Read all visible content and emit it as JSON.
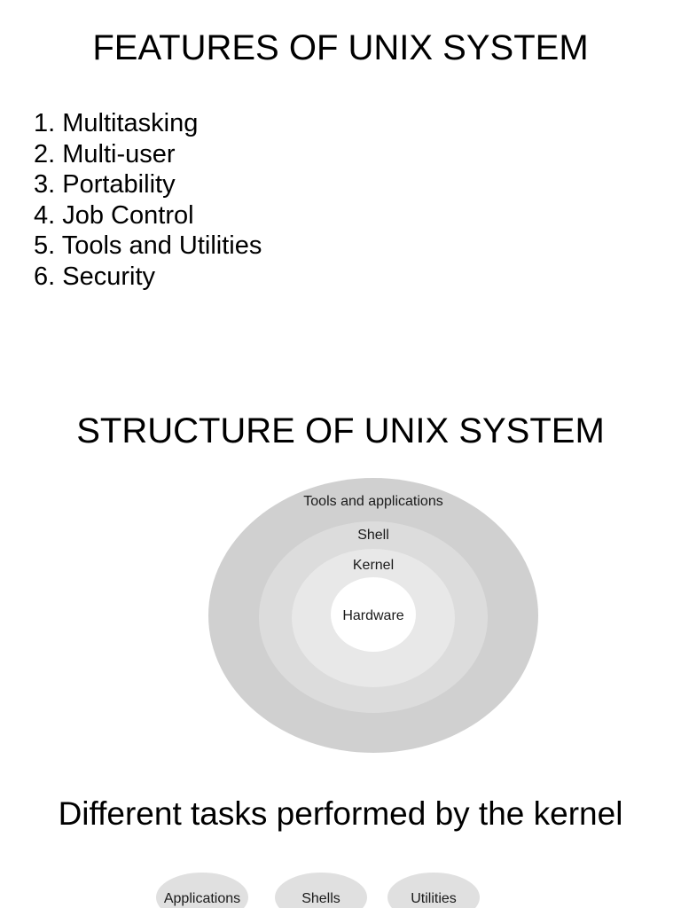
{
  "features": {
    "title": "FEATURES OF UNIX SYSTEM",
    "items": [
      "1. Multitasking",
      "2. Multi-user",
      "3. Portability",
      "4. Job Control",
      "5. Tools and Utilities",
      "6. Security"
    ]
  },
  "structure": {
    "title": "STRUCTURE OF UNIX SYSTEM",
    "layers": [
      {
        "label": "Tools and applications",
        "color": "#d0d0d0"
      },
      {
        "label": "Shell",
        "color": "#dcdcdc"
      },
      {
        "label": "Kernel",
        "color": "#e8e8e8"
      },
      {
        "label": "Hardware",
        "color": "#ffffff"
      }
    ]
  },
  "tasks": {
    "title": "Different tasks performed by the kernel",
    "nodes": [
      "Applications",
      "Shells",
      "Utilities"
    ]
  }
}
